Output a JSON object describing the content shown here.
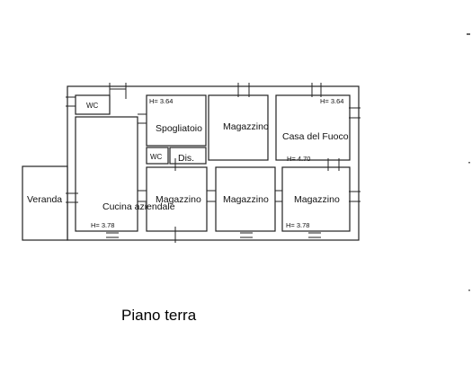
{
  "rooms": {
    "wc_top": "WC",
    "spogliatoio": "Spogliatoio",
    "magazzino_top": "Magazzino",
    "casa_fuoco": "Casa del Fuoco",
    "wc_mid": "WC",
    "dis": "Dis.",
    "veranda": "Veranda",
    "cucina": "Cucina aziendale",
    "magazzino_1": "Magazzino",
    "magazzino_2": "Magazzino",
    "magazzino_3": "Magazzino"
  },
  "heights": {
    "spogliatoio": "H= 3.64",
    "casa_fuoco": "H= 3.64",
    "casa_fuoco_low": "H= 4.70",
    "cucina": "H= 3.78",
    "magazzino_3": "H= 3.78"
  },
  "caption": "Piano terra"
}
